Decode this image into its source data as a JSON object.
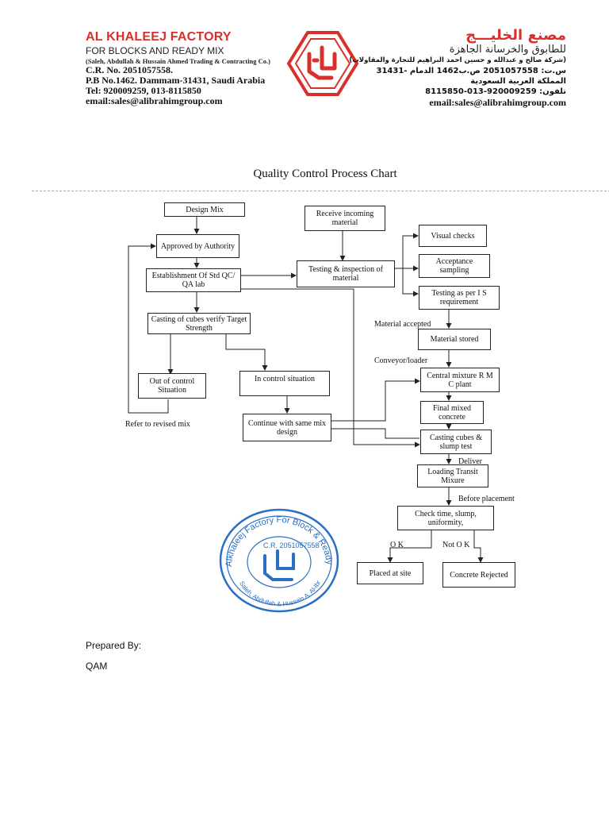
{
  "header": {
    "company_en": "AL KHALEEJ FACTORY",
    "subtitle_en": "FOR BLOCKS AND READY MIX",
    "owners_en": "(Saleh, Abdullah & Hussain Ahmed Trading & Contracting Co.)",
    "cr_en": "C.R. No. 2051057558.",
    "address_en": "P.B No.1462. Dammam-31431, Saudi Arabia",
    "tel_en": "Tel: 920009259, 013-8115850",
    "email_en": "email:sales@alibrahimgroup.com",
    "company_ar": "مصنع الخليـــج",
    "subtitle_ar": "للطابوق والخرسانة الجاهزة",
    "owners_ar": "(شركة صالح و عبدالله و حسين احمد البراهيم للتجارة والمقاولات)",
    "cr_ar": "س.ت: 2051057558 ص.ب1462 الدمام -31431",
    "country_ar": "المملكة العربية السعودية",
    "tel_ar": "تلفون: 920009259-013-8115850",
    "email_ar": "email:sales@alibrahimgroup.com"
  },
  "title": "Quality Control Process Chart",
  "flowchart": {
    "design_mix": "Design Mix",
    "approved": "Approved by Authority",
    "establishment": "Establishment Of Std QC/ QA lab",
    "casting_cubes_verify": "Casting of cubes  verify Target Strength",
    "out_of_control": "Out of control Situation",
    "in_control": "In control situation",
    "continue_mix": "Continue with same mix design",
    "refer_revised": "Refer to revised mix",
    "receive_material": "Receive incoming material",
    "testing_inspection": "Testing & inspection of material",
    "visual_checks": "Visual checks",
    "acceptance_sampling": "Acceptance sampling",
    "testing_is": "Testing as per I S requirement",
    "material_accepted": "Material accepted",
    "material_stored": "Material stored",
    "conveyor_loader": "Conveyor/loader",
    "central_mixture": "Central mixture R M C plant",
    "final_mixed": "Final mixed concrete",
    "casting_slump": "Casting cubes & slump test",
    "deliver": "Deliver",
    "loading_transit": "Loading Transit Mixure",
    "before_placement": "Before placement",
    "check_time": "Check time, slump, uniformity,",
    "ok": "O K",
    "not_ok": "Not O K",
    "placed_site": "Placed at site",
    "concrete_rejected": "Concrete Rejected"
  },
  "stamp": {
    "outer_text": "Alkhaleej Factory For Block & Ready Mix",
    "cr_text": "C.R. 2051057558",
    "bottom_text": "Saleh, Abdullah & Hussain A. Al-Ibrahim Co. for Trd & Cont."
  },
  "footer": {
    "prepared_by": "Prepared By:",
    "qam": "QAM"
  },
  "colors": {
    "brand_red": "#d8302a",
    "stamp_blue": "#2a6fc4"
  }
}
